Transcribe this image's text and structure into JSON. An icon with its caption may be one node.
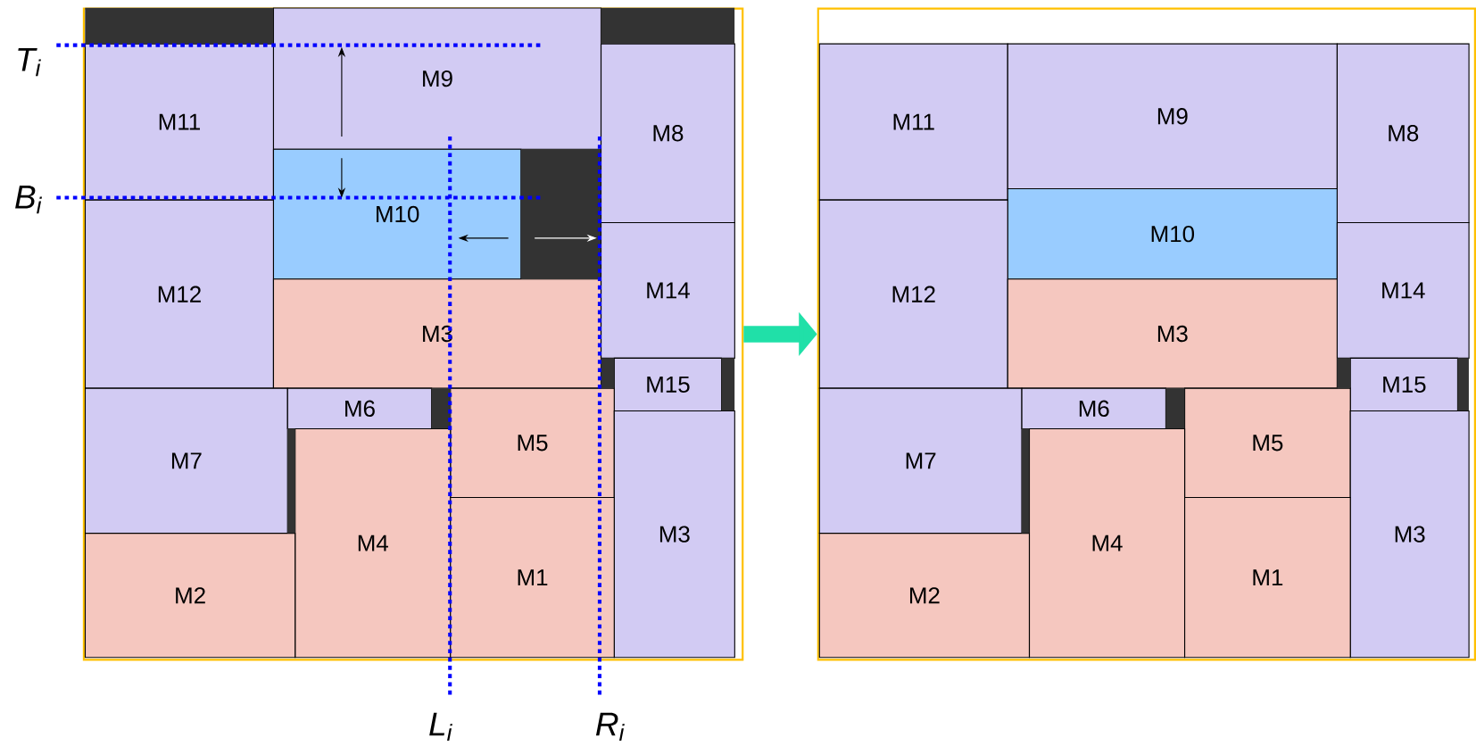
{
  "diagram": {
    "nodes": [
      {
        "text": [],
        "shape": "box"
      },
      {
        "text": [
          "M9"
        ],
        "in": 0
      },
      {
        "text": [
          "M11"
        ],
        "in": 0
      },
      {
        "text": [
          "M8"
        ],
        "in": 0
      },
      {
        "text": [
          "M10"
        ],
        "in": 0
      },
      {
        "text": [
          "M12"
        ],
        "in": 0
      },
      {
        "text": [
          "M14"
        ],
        "in": 0
      },
      {
        "text": [
          "M3"
        ],
        "in": 0
      },
      {
        "text": [
          "M15"
        ],
        "in": 0
      },
      {
        "text": [
          "M7"
        ],
        "in": 0
      },
      {
        "text": [
          "M6"
        ],
        "in": 0
      },
      {
        "text": [
          "M5"
        ],
        "in": 0
      },
      {
        "text": [
          "M3"
        ],
        "in": 0
      },
      {
        "text": [
          "M4"
        ],
        "in": 0
      },
      {
        "text": [
          "M1"
        ],
        "in": 0
      },
      {
        "text": [
          "M2"
        ],
        "in": 0
      },
      {
        "text": [],
        "shape": "box"
      },
      {
        "text": [
          "M11"
        ],
        "in": 16
      },
      {
        "text": [
          "M9"
        ],
        "in": 16
      },
      {
        "text": [
          "M8"
        ],
        "in": 16
      },
      {
        "text": [
          "M10"
        ],
        "in": 16
      },
      {
        "text": [
          "M12"
        ],
        "in": 16
      },
      {
        "text": [
          "M14"
        ],
        "in": 16
      },
      {
        "text": [
          "M3"
        ],
        "in": 16
      },
      {
        "text": [
          "M15"
        ],
        "in": 16
      },
      {
        "text": [
          "M7"
        ],
        "in": 16
      },
      {
        "text": [
          "M6"
        ],
        "in": 16
      },
      {
        "text": [
          "M5"
        ],
        "in": 16
      },
      {
        "text": [
          "M3"
        ],
        "in": 16
      },
      {
        "text": [
          "M4"
        ],
        "in": 16
      },
      {
        "text": [
          "M1"
        ],
        "in": 16
      },
      {
        "text": [
          "M2"
        ],
        "in": 16
      },
      {
        "text": [],
        "shape": "box",
        "in": 0
      },
      {
        "text": [],
        "shape": "box",
        "in": 0
      },
      {
        "text": [],
        "shape": "box",
        "in": 0
      },
      {
        "text": [],
        "shape": "box",
        "in": 0
      },
      {
        "text": [],
        "shape": "box",
        "in": 0
      },
      {
        "text": [],
        "shape": "box",
        "in": 0
      },
      {
        "text": [],
        "shape": "box",
        "in": 0
      },
      {
        "text": [],
        "shape": "box",
        "in": 16
      },
      {
        "text": [],
        "shape": "box",
        "in": 16
      },
      {
        "text": [],
        "shape": "box",
        "in": 16
      },
      {
        "text": [],
        "shape": "box",
        "in": 16
      }
    ],
    "edges": [
      {
        "from": 0,
        "to": 16,
        "arrow": "to",
        "color": "#20e0a8"
      }
    ],
    "labels": [
      "T$_{i}$",
      "B$_{i}$",
      "L$_{i}$",
      "R$_{i}$"
    ]
  }
}
